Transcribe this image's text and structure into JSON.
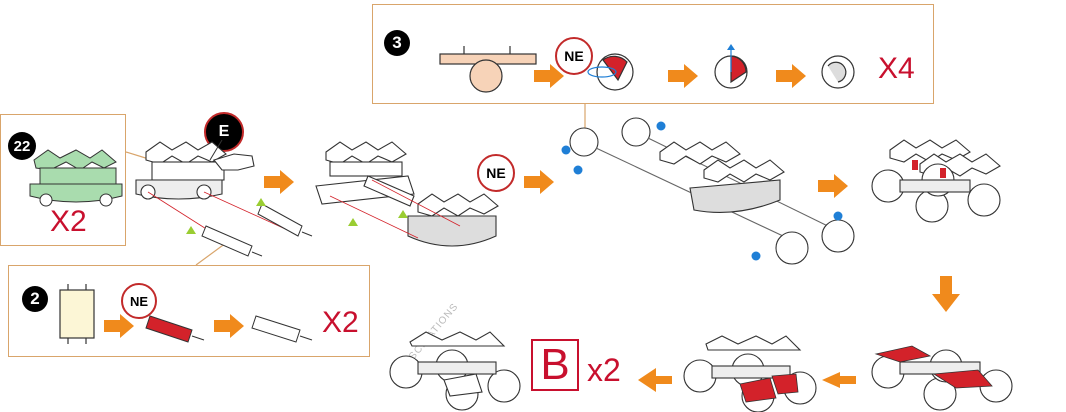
{
  "steps": {
    "step22": {
      "number": "22",
      "count": "X2"
    },
    "step2": {
      "number": "2",
      "tag": "NE",
      "count": "X2"
    },
    "step3": {
      "number": "3",
      "tag": "NE",
      "count": "X4"
    }
  },
  "labels": {
    "E": "E",
    "NE": "NE",
    "result_letter": "B",
    "result_count": "x2",
    "watermark": "FASCINATIONS"
  },
  "colors": {
    "accent_orange": "#f08a1c",
    "box_border": "#d9a56b",
    "part_red": "#d3222a",
    "part_green": "#a9dcae",
    "dot_blue": "#1f7fd6",
    "triangle_green": "#9acd32"
  }
}
